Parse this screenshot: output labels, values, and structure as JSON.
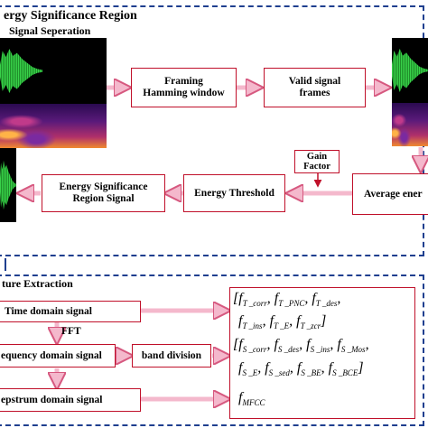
{
  "panel_top": {
    "title_line1": "ergy Significance Region",
    "title_line2": "Signal Seperation"
  },
  "panel_bottom": {
    "title": "ture Extraction"
  },
  "boxes": {
    "framing_l1": "Framing",
    "framing_l2": "Hamming window",
    "valid_l1": "Valid signal",
    "valid_l2": "frames",
    "average": "Average ener",
    "energy_threshold": "Energy Threshold",
    "esr_l1": "Energy Significance",
    "esr_l2": "Region Signal",
    "time_domain": "Time domain signal",
    "freq_domain": "equency domain signal",
    "band_division": "band division",
    "cepstrum": "epstrum domain signal"
  },
  "labels": {
    "gain_l1": "Gain",
    "gain_l2": "Factor",
    "fft": "FFT"
  },
  "formulas": {
    "row1": [
      "T _corr",
      "T _PNC",
      "T _des"
    ],
    "row2": [
      "T _ins",
      "T _E",
      "T _zcr"
    ],
    "row3": [
      "S _corr",
      "S _des",
      "S _ins",
      "S _Mos"
    ],
    "row4": [
      "S _E",
      "S _sed",
      "S _BE",
      "S _BCE"
    ],
    "row5": "MFCC"
  },
  "colors": {
    "box_border": "#c0102a",
    "arrow_fill": "#f4b8cc",
    "arrow_stroke": "#d6587f",
    "panel_border": "#1f3f8f"
  }
}
